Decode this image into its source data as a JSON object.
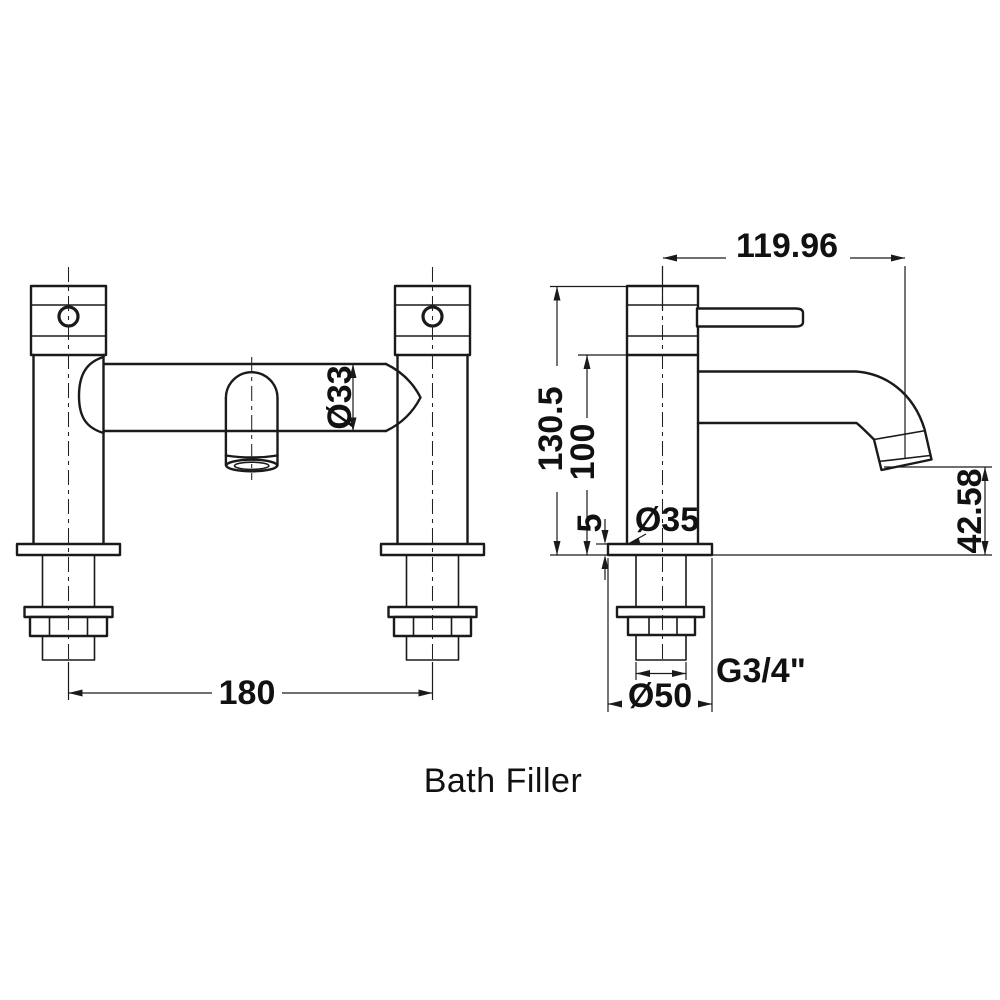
{
  "drawing_title": "Bath Filler",
  "colors": {
    "line": "#1a1a1a",
    "text": "#111111",
    "background": "#ffffff"
  },
  "views": {
    "front": {
      "label": "front elevation of two-pillar bath filler",
      "dimensions": {
        "crossbar_diameter": "Ø33",
        "tap_centres": "180"
      }
    },
    "side": {
      "label": "side elevation of pillar with lever and spout",
      "dimensions": {
        "spout_projection": "119.96",
        "overall_height": "130.5",
        "height_to_body_top": "100",
        "base_plate_thickness": "5",
        "body_diameter": "Ø35",
        "spout_outlet_height": "42.58",
        "thread_size": "G3/4\"",
        "base_diameter": "Ø50"
      }
    }
  }
}
